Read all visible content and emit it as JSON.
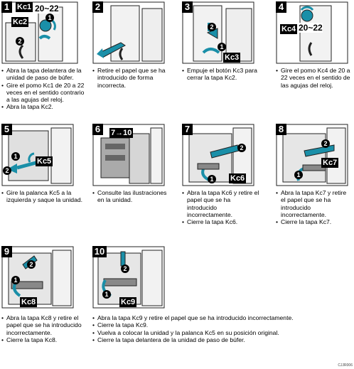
{
  "steps": [
    {
      "number": "1",
      "labels": [
        "Kc1",
        "20~22",
        "Kc2"
      ],
      "markers": [
        "1",
        "2"
      ],
      "captions": [
        "Abra la tapa delantera de la unidad de paso de búfer.",
        "Gire el pomo Kc1 de 20 a 22 veces en el sentido contrario a las agujas del reloj.",
        "Abra la tapa Kc2."
      ]
    },
    {
      "number": "2",
      "labels": [],
      "markers": [],
      "captions": [
        "Retire el papel que se ha introducido de forma incorrecta."
      ]
    },
    {
      "number": "3",
      "labels": [
        "Kc3"
      ],
      "markers": [
        "1",
        "2"
      ],
      "captions": [
        "Empuje el botón Kc3 para cerrar la tapa Kc2."
      ]
    },
    {
      "number": "4",
      "labels": [
        "Kc4",
        "20~22"
      ],
      "markers": [],
      "captions": [
        "Gire el pomo Kc4 de 20 a 22 veces en el sentido de las agujas del reloj."
      ]
    },
    {
      "number": "5",
      "labels": [
        "Kc5"
      ],
      "markers": [
        "1",
        "2"
      ],
      "captions": [
        "Gire la palanca Kc5 a la izquierda y saque la unidad."
      ]
    },
    {
      "number": "6",
      "labels": [
        "7→10"
      ],
      "markers": [],
      "captions": [
        "Consulte las ilustraciones en la unidad."
      ]
    },
    {
      "number": "7",
      "labels": [
        "Kc6"
      ],
      "markers": [
        "1",
        "2"
      ],
      "captions": [
        "Abra la tapa Kc6 y retire el papel que se ha introducido incorrectamente.",
        "Cierre la tapa Kc6."
      ]
    },
    {
      "number": "8",
      "labels": [
        "Kc7"
      ],
      "markers": [
        "1",
        "2"
      ],
      "captions": [
        "Abra la tapa Kc7 y retire el papel que se ha introducido incorrectamente.",
        "Cierre la tapa Kc7."
      ]
    },
    {
      "number": "9",
      "labels": [
        "Kc8"
      ],
      "markers": [
        "1",
        "2"
      ],
      "captions": [
        "Abra la tapa Kc8 y retire el papel que se ha introducido incorrectamente.",
        "Cierre la tapa Kc8."
      ]
    },
    {
      "number": "10",
      "labels": [
        "Kc9"
      ],
      "markers": [
        "1",
        "2"
      ],
      "captions": [
        "Abra la tapa Kc9 y retire el papel que se ha introducido incorrectamente.",
        "Cierre la tapa Kc9.",
        "Vuelva a colocar la unidad y la palanca Kc5 en su posición original.",
        "Cierre la tapa delantera de la unidad de paso de búfer."
      ]
    }
  ],
  "figure_code": "CJJR006",
  "colors": {
    "accent": "#1a8fa8",
    "outline": "#222222",
    "fill": "#e6e6e6",
    "dark": "#555555"
  }
}
